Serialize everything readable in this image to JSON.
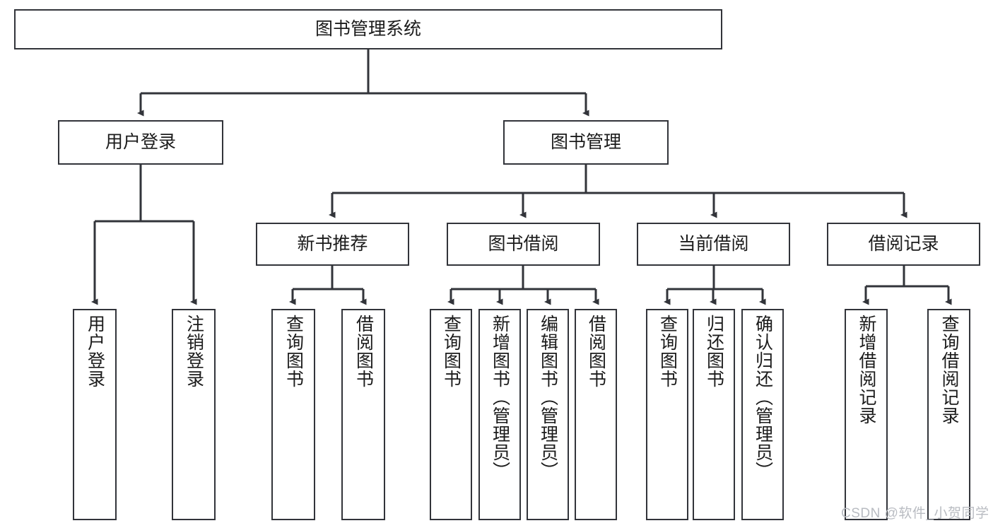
{
  "diagram": {
    "type": "hierarchy-tree",
    "title": "图书管理系统",
    "root": {
      "label": "图书管理系统"
    },
    "level1": [
      {
        "label": "用户登录"
      },
      {
        "label": "图书管理"
      }
    ],
    "level2": [
      {
        "label": "新书推荐"
      },
      {
        "label": "图书借阅"
      },
      {
        "label": "当前借阅"
      },
      {
        "label": "借阅记录"
      }
    ],
    "leaves": {
      "user_login": [
        {
          "label": "用户登录"
        },
        {
          "label": "注销登录"
        }
      ],
      "new_book_recommend": [
        {
          "label": "查询图书"
        },
        {
          "label": "借阅图书"
        }
      ],
      "book_borrow": [
        {
          "label": "查询图书"
        },
        {
          "label": "新增图书（管理员）"
        },
        {
          "label": "编辑图书（管理员）"
        },
        {
          "label": "借阅图书"
        }
      ],
      "current_borrow": [
        {
          "label": "查询图书"
        },
        {
          "label": "归还图书"
        },
        {
          "label": "确认归还（管理员）"
        }
      ],
      "borrow_record": [
        {
          "label": "新增借阅记录"
        },
        {
          "label": "查询借阅记录"
        }
      ]
    },
    "colors": {
      "box_border": "#32343a",
      "box_fill": "#ffffff",
      "edge": "#32343a",
      "text": "#1b1b1b",
      "watermark": "#b9bcc2"
    }
  },
  "watermark": {
    "text": "CSDN @软件_小贺同学"
  }
}
